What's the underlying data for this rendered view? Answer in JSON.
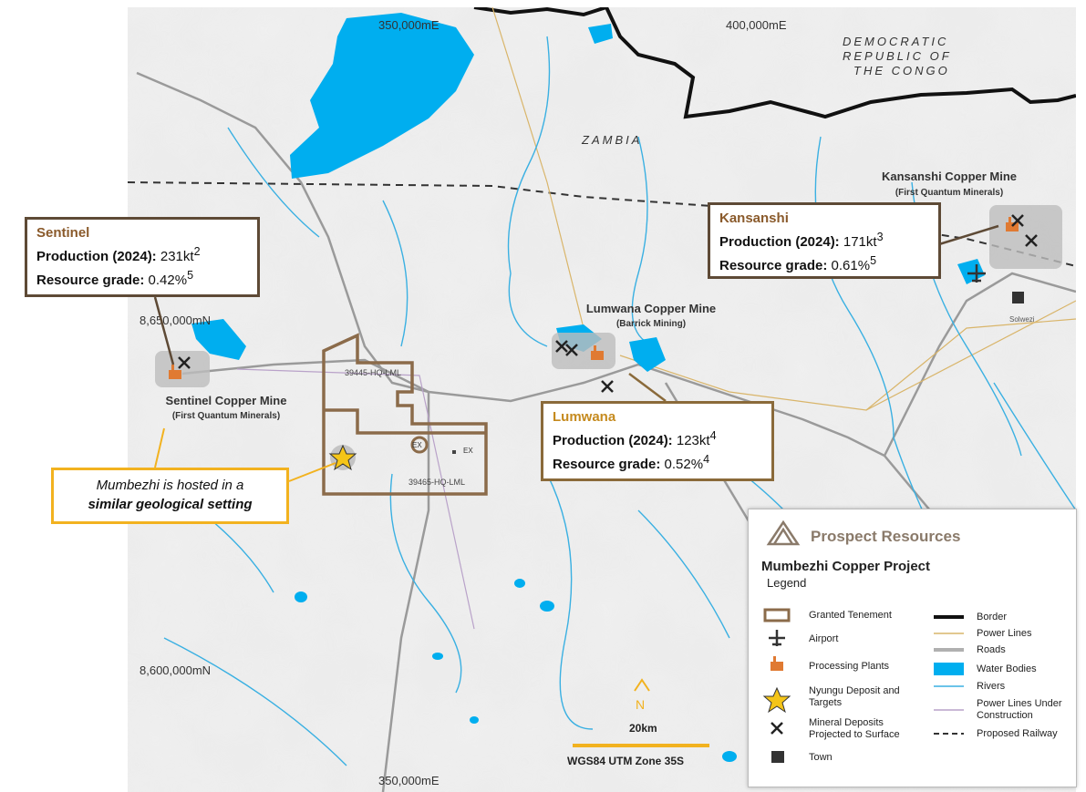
{
  "map": {
    "country_main": "ZAMBIA",
    "country_neighbor_lines": [
      "DEMOCRATIC",
      "REPUBLIC OF",
      "THE CONGO"
    ],
    "grid_labels": {
      "top_left": "350,000mE",
      "top_right": "400,000mE",
      "left_upper": "8,650,000mN",
      "left_lower": "8,600,000mN",
      "bottom": "350,000mE"
    },
    "tenements": [
      "39445-HQ-LML",
      "39465-HQ-LML"
    ],
    "ex_labels": [
      "EX",
      "EX"
    ],
    "town": "Solwezi",
    "mine_labels": {
      "kansanshi_name": "Kansanshi Copper Mine",
      "kansanshi_owner": "(First Quantum Minerals)",
      "lumwana_name": "Lumwana Copper Mine",
      "lumwana_owner": "(Barrick Mining)",
      "sentinel_name": "Sentinel Copper Mine",
      "sentinel_owner": "(First Quantum Minerals)"
    },
    "north_label": "N",
    "scale_label": "20km",
    "projection": "WGS84 UTM Zone 35S"
  },
  "callouts": {
    "sentinel": {
      "name": "Sentinel",
      "prod_label": "Production (2024):",
      "prod_value": "231kt",
      "prod_sup": "2",
      "grade_label": "Resource grade:",
      "grade_value": "0.42%",
      "grade_sup": "5"
    },
    "kansanshi": {
      "name": "Kansanshi",
      "prod_label": "Production (2024):",
      "prod_value": "171kt",
      "prod_sup": "3",
      "grade_label": "Resource grade:",
      "grade_value": "0.61%",
      "grade_sup": "5"
    },
    "lumwana": {
      "name": "Lumwana",
      "prod_label": "Production (2024):",
      "prod_value": "123kt",
      "prod_sup": "4",
      "grade_label": "Resource grade:",
      "grade_value": "0.52%",
      "grade_sup": "4"
    }
  },
  "note": {
    "line1": "Mumbezhi is hosted in a",
    "line2": "similar geological setting"
  },
  "legend": {
    "brand": "Prospect Resources",
    "project": "Mumbezhi Copper Project",
    "title": "Legend",
    "left_items": [
      {
        "icon": "granted-tenement-swatch",
        "label": "Granted Tenement"
      },
      {
        "icon": "airport-icon",
        "label": "Airport"
      },
      {
        "icon": "processing-plant-icon",
        "label": "Processing Plants"
      },
      {
        "icon": "star-icon",
        "label": "Nyungu Deposit and Targets"
      },
      {
        "icon": "pickaxe-icon",
        "label": "Mineral Deposits Projected to Surface"
      },
      {
        "icon": "town-square-icon",
        "label": "Town"
      }
    ],
    "right_items": [
      {
        "icon": "border-line",
        "label": "Border"
      },
      {
        "icon": "power-line",
        "label": "Power Lines"
      },
      {
        "icon": "road-line",
        "label": "Roads"
      },
      {
        "icon": "water-swatch",
        "label": "Water Bodies"
      },
      {
        "icon": "river-line",
        "label": "Rivers"
      },
      {
        "icon": "power-line-construction",
        "label": "Power Lines Under Construction"
      },
      {
        "icon": "railway-dashed-line",
        "label": "Proposed Railway"
      }
    ]
  },
  "colors": {
    "water": "#00aeef",
    "rivers": "#3ab0e2",
    "border": "#111111",
    "tenement": "#8b6b4a",
    "callout_frame": "#5e4a36",
    "callout_title": "#8a5a2b",
    "lumwana_title": "#c58a1e",
    "note_frame": "#f2b21f",
    "scale_bar": "#f2b21f",
    "star": "#f5c518"
  }
}
